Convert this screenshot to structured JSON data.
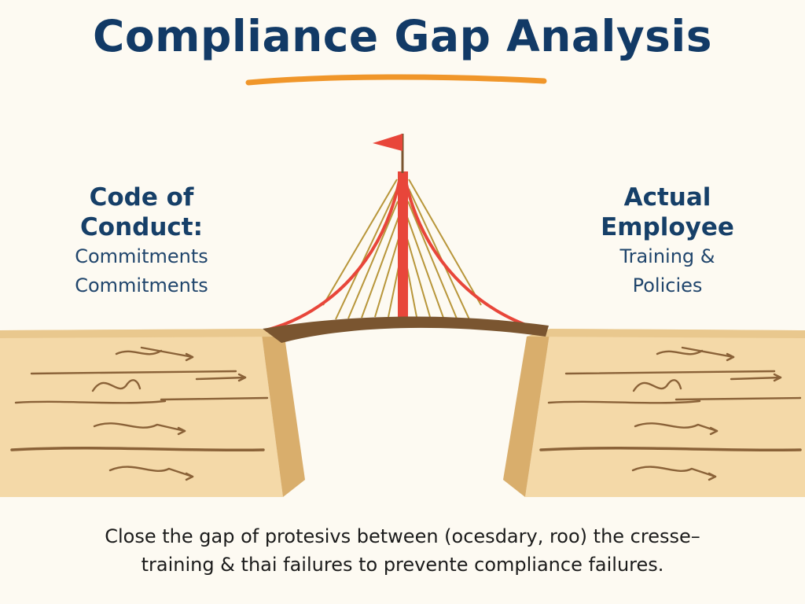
{
  "title": "Compliance Gap Analysis",
  "left": {
    "heading_line1": "Code of",
    "heading_line2": "Conduct:",
    "sub_line1": "Commitments",
    "sub_line2": "Commitments"
  },
  "right": {
    "heading_line1": "Actual",
    "heading_line2": "Employee",
    "sub_line1": "Training &",
    "sub_line2": "Policies"
  },
  "caption": {
    "line1": "Close the gap of protesivs between (ocesdary, roo) the cresse–",
    "line2": "training & thai failures to prevente compliance failures."
  },
  "colors": {
    "title": "#123a66",
    "underline": "#f0962a",
    "ground": "#f4d9a8",
    "cliff": "#d9b070",
    "deck": "#7a5530",
    "tower": "#e8463a",
    "cable": "#e8463a",
    "hanger": "#b8963a",
    "streak": "#8a6238"
  }
}
